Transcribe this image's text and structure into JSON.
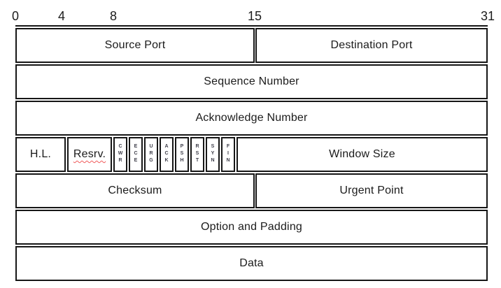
{
  "diagram_type": "tcp-header-format",
  "ruler_ticks": [
    "0",
    "4",
    "8",
    "15",
    "31"
  ],
  "fields": {
    "source_port": "Source Port",
    "destination_port": "Destination Port",
    "sequence_number": "Sequence Number",
    "acknowledge_number": "Acknowledge Number",
    "header_length": "H.L.",
    "reserved": "Resrv.",
    "window_size": "Window Size",
    "checksum": "Checksum",
    "urgent_point": "Urgent Point",
    "option_and_padding": "Option and Padding",
    "data": "Data"
  },
  "flags": [
    "CWR",
    "ECE",
    "URG",
    "ACK",
    "PSH",
    "RST",
    "SYN",
    "FIN"
  ],
  "colors": {
    "border": "#161616",
    "text": "#1b1b1b",
    "flag_text": "#3e3e4a",
    "misspell_underline": "#f05a5a",
    "background": "#ffffff"
  }
}
